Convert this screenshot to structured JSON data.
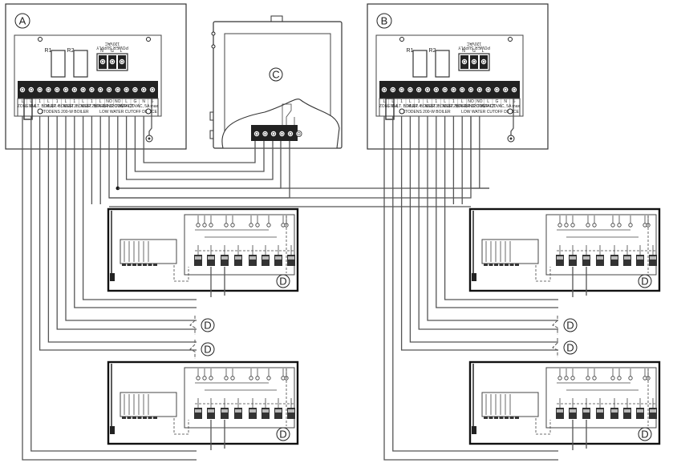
{
  "diagram": {
    "title": "Low water cut-off / zone relay wiring diagram",
    "callouts": {
      "controller_a": "A",
      "controller_b": "B",
      "boiler_c": "C",
      "zone_module_d": "D"
    },
    "controller": {
      "relay_labels": [
        "R1",
        "R2"
      ],
      "power_supply_title": "POWER SUPPLY",
      "power_supply_sub": "120VAC",
      "power_terminals": [
        "N",
        "G",
        "L"
      ],
      "terminal_labels": [
        "L",
        "L",
        "1",
        "L",
        "1",
        "L",
        "1",
        "L",
        "1",
        "L",
        "NO",
        "NO",
        "L",
        "G",
        "N",
        "⏚"
      ],
      "group_labels": [
        "ZONE 1-4",
        "MULT. BOILER 4",
        "MULT. BOILER 3",
        "MULT. BOILER 2",
        "MULT. BOILER 1",
        "WARNING CONTACT",
        "POWER 120VAC, 5A max"
      ],
      "section_labels": [
        "VITODENS 200-W BOILER",
        "LOW WATER CUTOFF DEVICE"
      ]
    },
    "boiler_terminal_count": 6,
    "zone_modules": [
      {
        "id": "A-top",
        "label": "D"
      },
      {
        "id": "A-ref1",
        "label": "D"
      },
      {
        "id": "A-ref2",
        "label": "D"
      },
      {
        "id": "A-bottom",
        "label": "D"
      },
      {
        "id": "B-top",
        "label": "D"
      },
      {
        "id": "B-ref1",
        "label": "D"
      },
      {
        "id": "B-ref2",
        "label": "D"
      },
      {
        "id": "B-bottom",
        "label": "D"
      }
    ]
  }
}
